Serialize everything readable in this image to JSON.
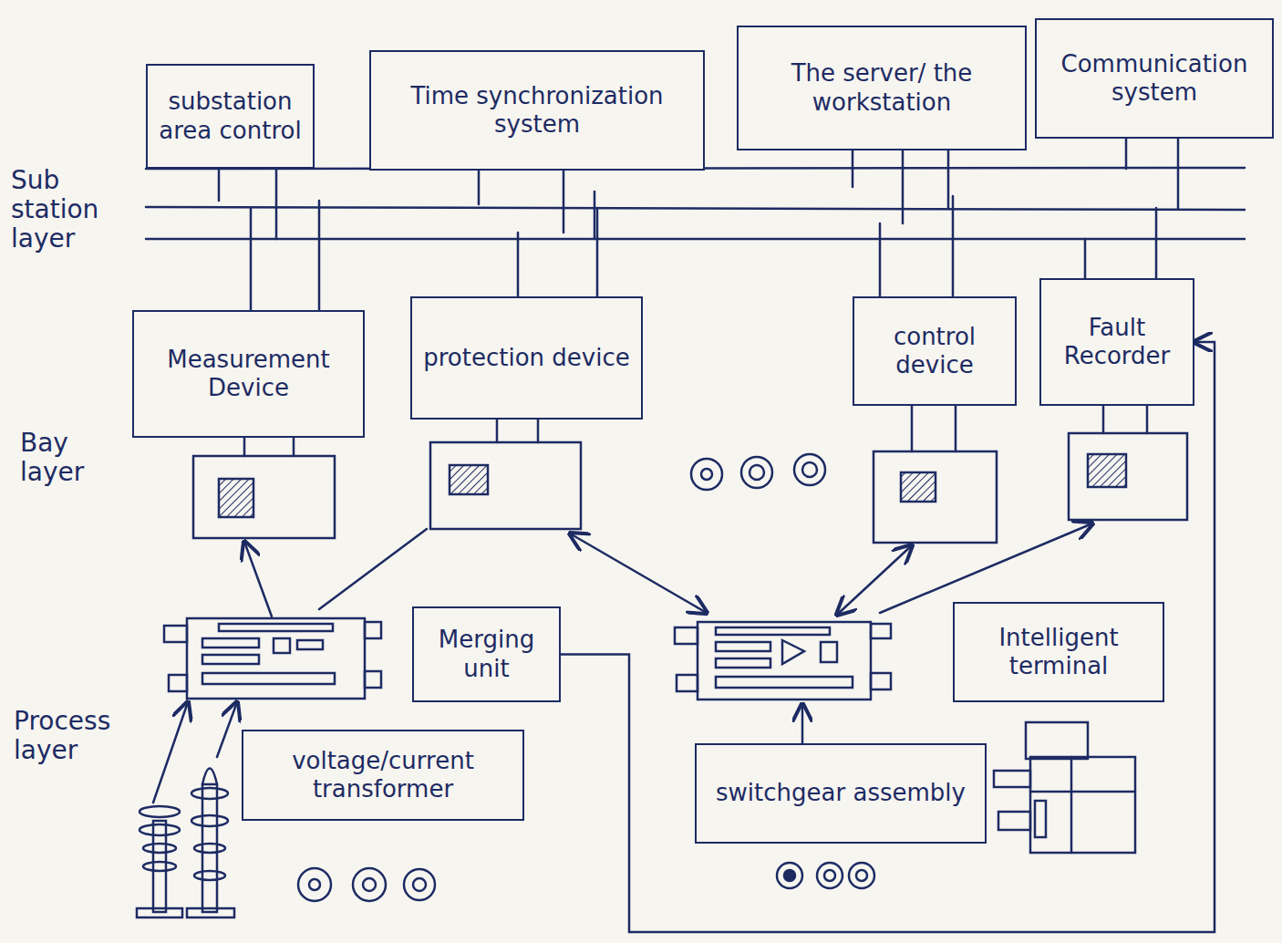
{
  "diagram": {
    "nodes": [
      {
        "text": [
          "substation area control"
        ]
      },
      {
        "text": [
          "Time synchronization system"
        ]
      },
      {
        "text": [
          "The server/ the workstation"
        ]
      },
      {
        "text": [
          "Communication system"
        ]
      },
      {
        "text": [
          "Measurement Device"
        ]
      },
      {
        "text": [
          "protection device"
        ]
      },
      {
        "text": [
          "control device"
        ]
      },
      {
        "text": [
          "Fault Recorder"
        ]
      },
      {
        "text": [
          "Merging unit"
        ]
      },
      {
        "text": [
          "Intelligent terminal"
        ]
      },
      {
        "text": [
          "voltage/current transformer"
        ]
      },
      {
        "text": [
          "switchgear assembly"
        ]
      }
    ],
    "edges": [
      {
        "from": 8,
        "to": 7,
        "arrow": "to"
      }
    ],
    "labels": [
      "Sub station layer",
      "Bay layer",
      "Process layer"
    ]
  }
}
